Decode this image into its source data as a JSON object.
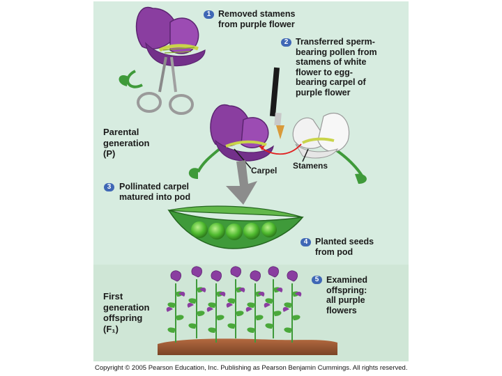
{
  "steps": [
    {
      "num": "1",
      "lines": [
        "Removed stamens",
        "from purple flower"
      ]
    },
    {
      "num": "2",
      "lines": [
        "Transferred sperm-",
        "bearing pollen from",
        "stamens of white",
        "flower to egg-",
        "bearing carpel of",
        "purple flower"
      ]
    },
    {
      "num": "3",
      "lines": [
        "Pollinated carpel",
        "matured into pod"
      ]
    },
    {
      "num": "4",
      "lines": [
        "Planted seeds",
        "from pod"
      ]
    },
    {
      "num": "5",
      "lines": [
        "Examined",
        "offspring:",
        "all purple",
        "flowers"
      ]
    }
  ],
  "labels": {
    "parental": [
      "Parental",
      "generation",
      "(P)"
    ],
    "offspring": [
      "First",
      "generation",
      "offspring",
      "(F₁)"
    ],
    "carpel": "Carpel",
    "stamens": "Stamens"
  },
  "copyright": "Copyright © 2005 Pearson Education, Inc. Publishing as Pearson Benjamin Cummings. All rights reserved.",
  "colors": {
    "panel_bg": "#d7ece0",
    "purple_petal": "#8a3ea0",
    "white_petal": "#f2f2f2",
    "leaf_green": "#3f9a3a",
    "pea_green": "#55c23a",
    "soil": "#9b5a35",
    "step_badge": "#3f67b5",
    "pollen_arrow": "#e02020"
  },
  "icons": [
    "scissors-icon",
    "paintbrush-icon",
    "arrow-icon"
  ]
}
